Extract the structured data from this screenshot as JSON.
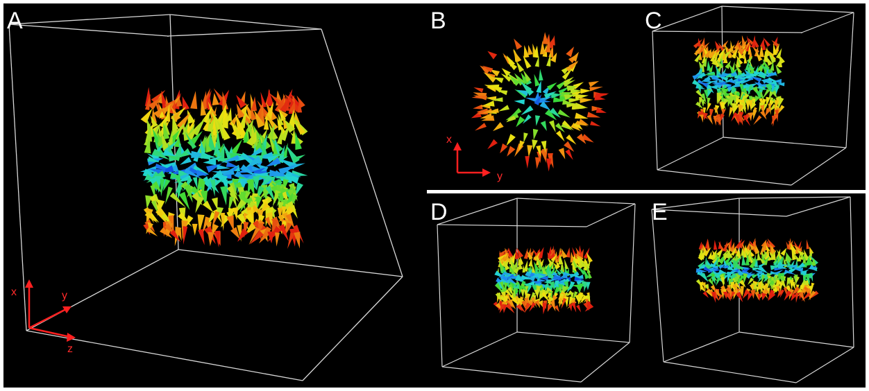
{
  "figure": {
    "panels": [
      {
        "id": "A",
        "label": "A",
        "axes": [
          "x",
          "y",
          "z"
        ]
      },
      {
        "id": "B",
        "label": "B",
        "axes": [
          "x",
          "y"
        ]
      },
      {
        "id": "C",
        "label": "C"
      },
      {
        "id": "D",
        "label": "D"
      },
      {
        "id": "E",
        "label": "E"
      }
    ]
  },
  "colors": {
    "background": "#000000",
    "box_edges": "#d8d8d8",
    "axis_arrows": "#ff2020",
    "label_text": "#ffffff",
    "colormap": [
      "#0a2ad8",
      "#1e8ff0",
      "#22d6d0",
      "#38d838",
      "#b8e020",
      "#f0e010",
      "#f08a10",
      "#e02010"
    ]
  },
  "icons": {
    "vector_glyph": "cone-arrow-icon",
    "axes": "coordinate-axes-icon",
    "bounding_box": "wireframe-cube-icon"
  }
}
